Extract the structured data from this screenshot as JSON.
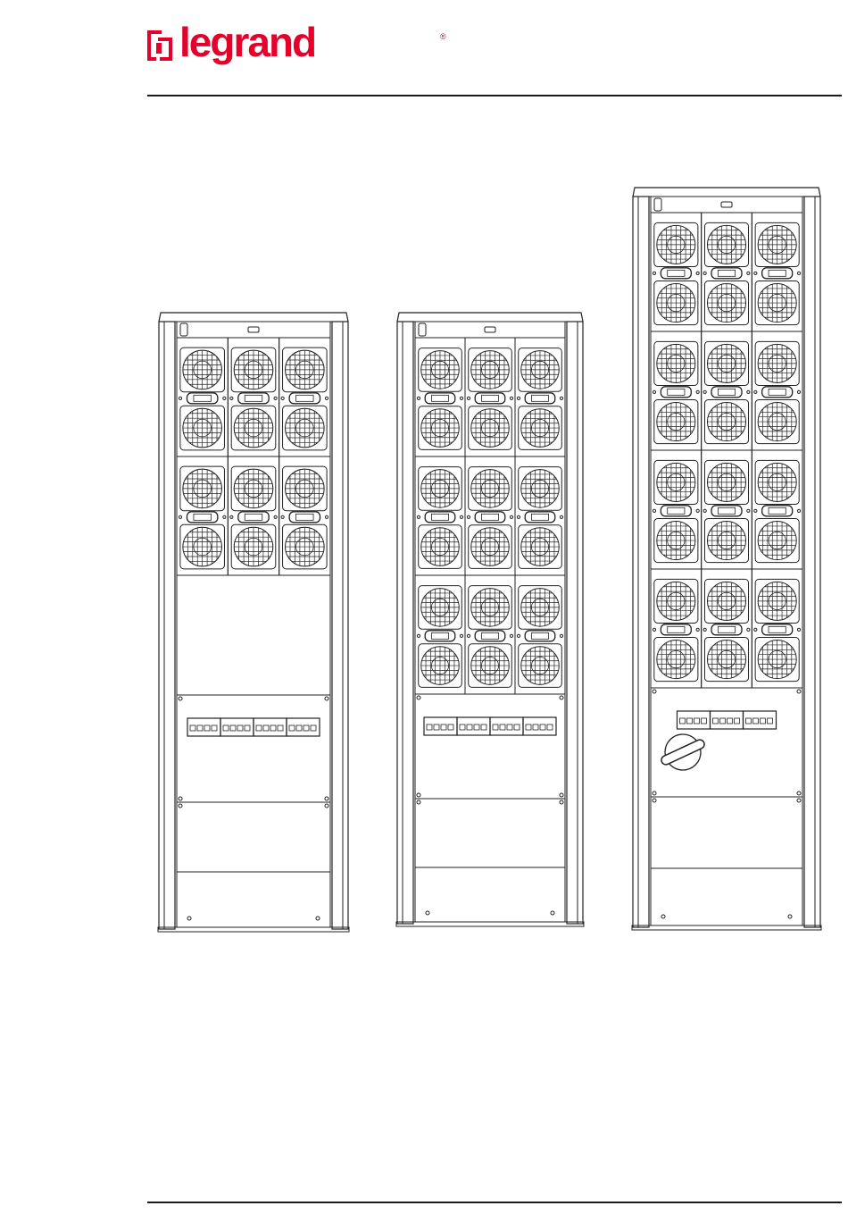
{
  "brand": {
    "name": "legrand",
    "registered_mark": "®",
    "color": "#e4002b"
  },
  "figure": {
    "cabinets": [
      {
        "power_module_rows": 2,
        "breaker_count": 4,
        "has_rotary_switch": false
      },
      {
        "power_module_rows": 3,
        "breaker_count": 4,
        "has_rotary_switch": false
      },
      {
        "power_module_rows": 4,
        "breaker_count": 3,
        "has_rotary_switch": true
      }
    ],
    "line_color": "#222222"
  }
}
